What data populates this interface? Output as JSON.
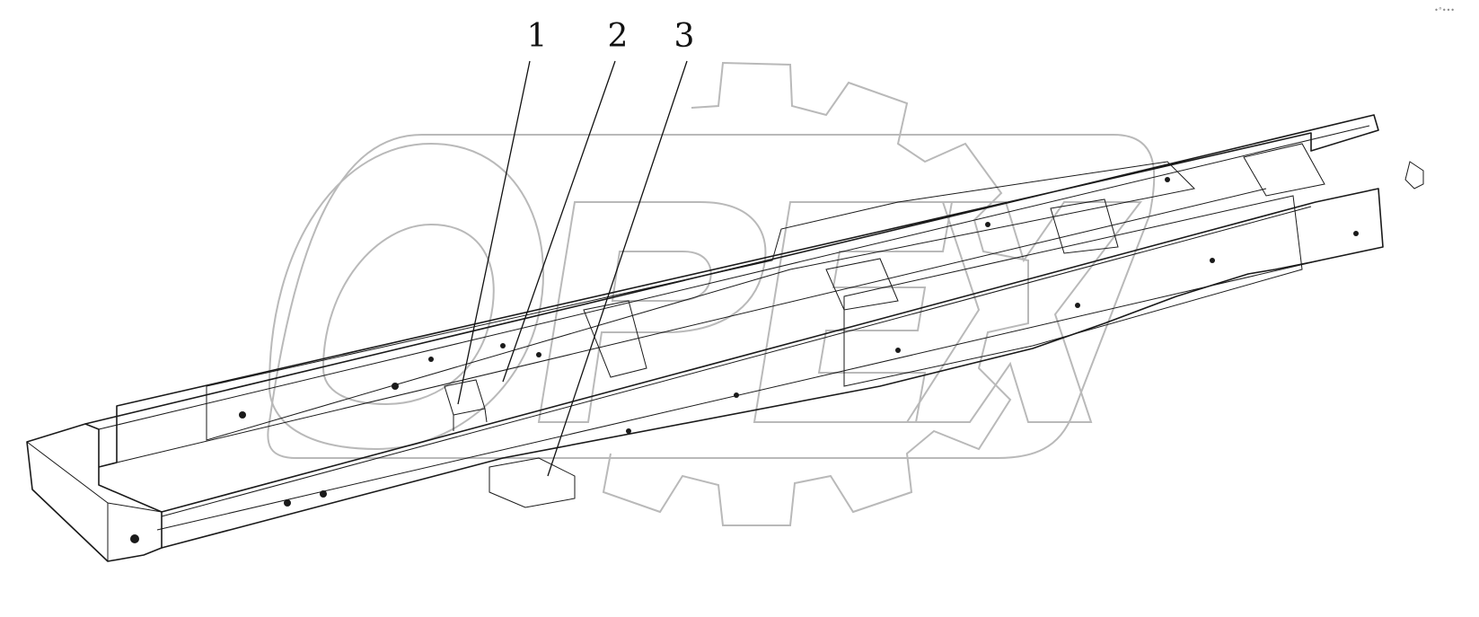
{
  "callouts": [
    {
      "number": "1"
    },
    {
      "number": "2"
    },
    {
      "number": "3"
    }
  ],
  "corner_mark": "•°•••",
  "watermark": {
    "text": "OPEX",
    "color": "#b9b9b9"
  },
  "colors": {
    "line": "#1a1a1a",
    "background": "#ffffff"
  }
}
